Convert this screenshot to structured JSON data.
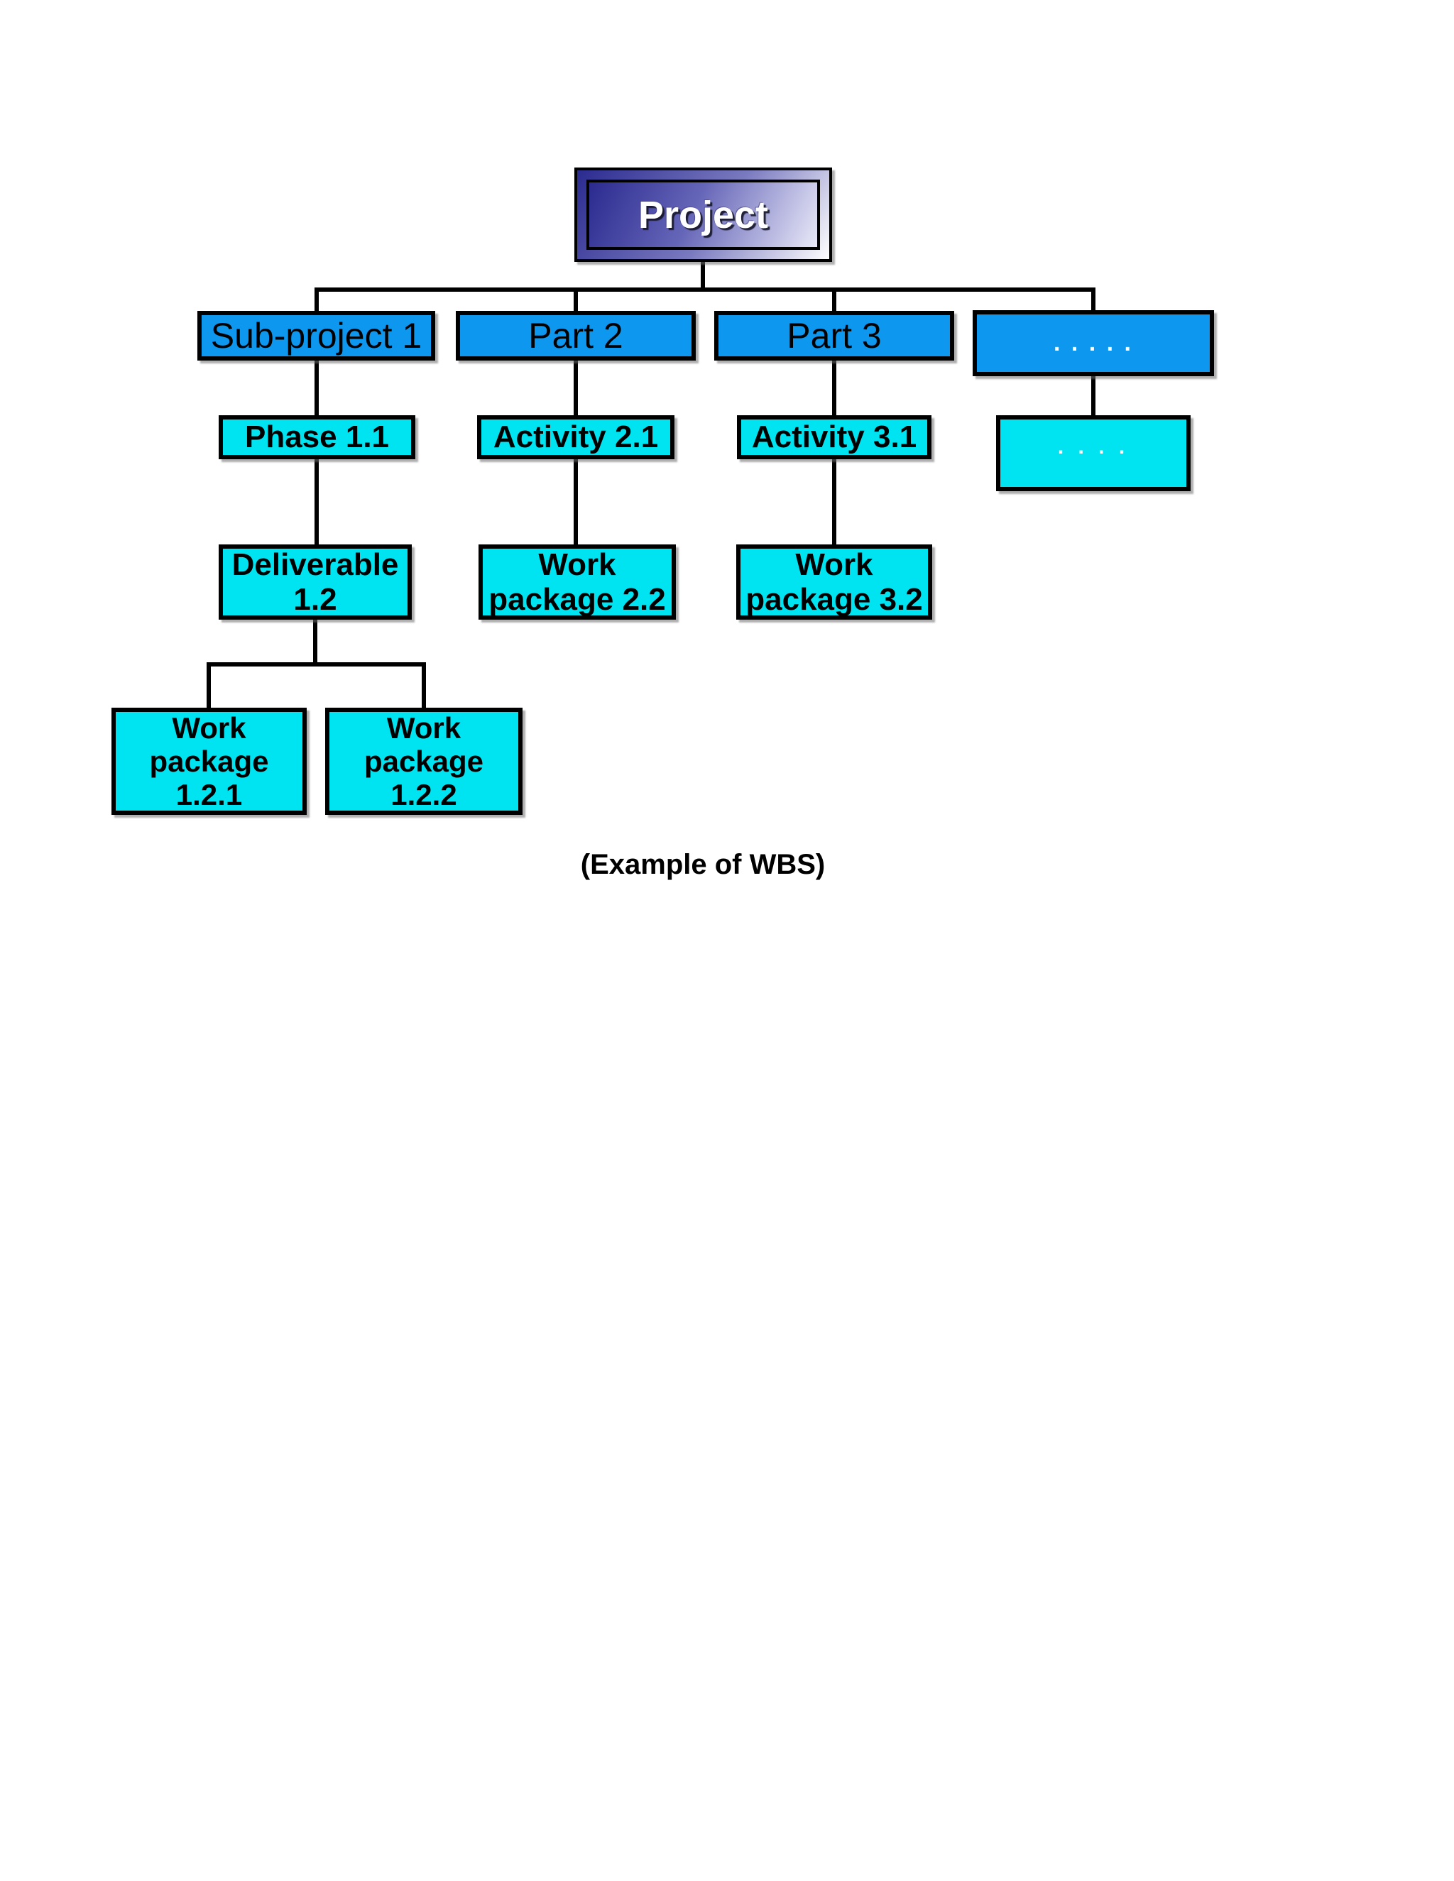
{
  "diagram": {
    "caption": "(Example of WBS)",
    "nodes": {
      "project": {
        "label": "Project"
      },
      "sub_project_1": {
        "label": "Sub-project 1"
      },
      "part_2": {
        "label": "Part 2"
      },
      "part_3": {
        "label": "Part 3"
      },
      "more_parts": {
        "label": ". . . . ."
      },
      "phase_1_1": {
        "label": "Phase 1.1"
      },
      "activity_2_1": {
        "label": "Activity 2.1"
      },
      "activity_3_1": {
        "label": "Activity 3.1"
      },
      "more_activities": {
        "label": ". . . ."
      },
      "deliverable_1_2": {
        "label": "Deliverable\n1.2"
      },
      "work_package_2_2": {
        "label": "Work\npackage 2.2"
      },
      "work_package_3_2": {
        "label": "Work\npackage 3.2"
      },
      "work_package_1_2_1": {
        "label": "Work\npackage\n1.2.1"
      },
      "work_package_1_2_2": {
        "label": "Work\npackage\n1.2.2"
      }
    },
    "colors": {
      "level2_fill": "#0d97ee",
      "level3_fill": "#00e4f2",
      "project_gradient_dark": "#2b2b90",
      "project_gradient_light": "#e8e8f8",
      "connector": "#000000",
      "text": "#000000",
      "background": "#ffffff"
    }
  }
}
